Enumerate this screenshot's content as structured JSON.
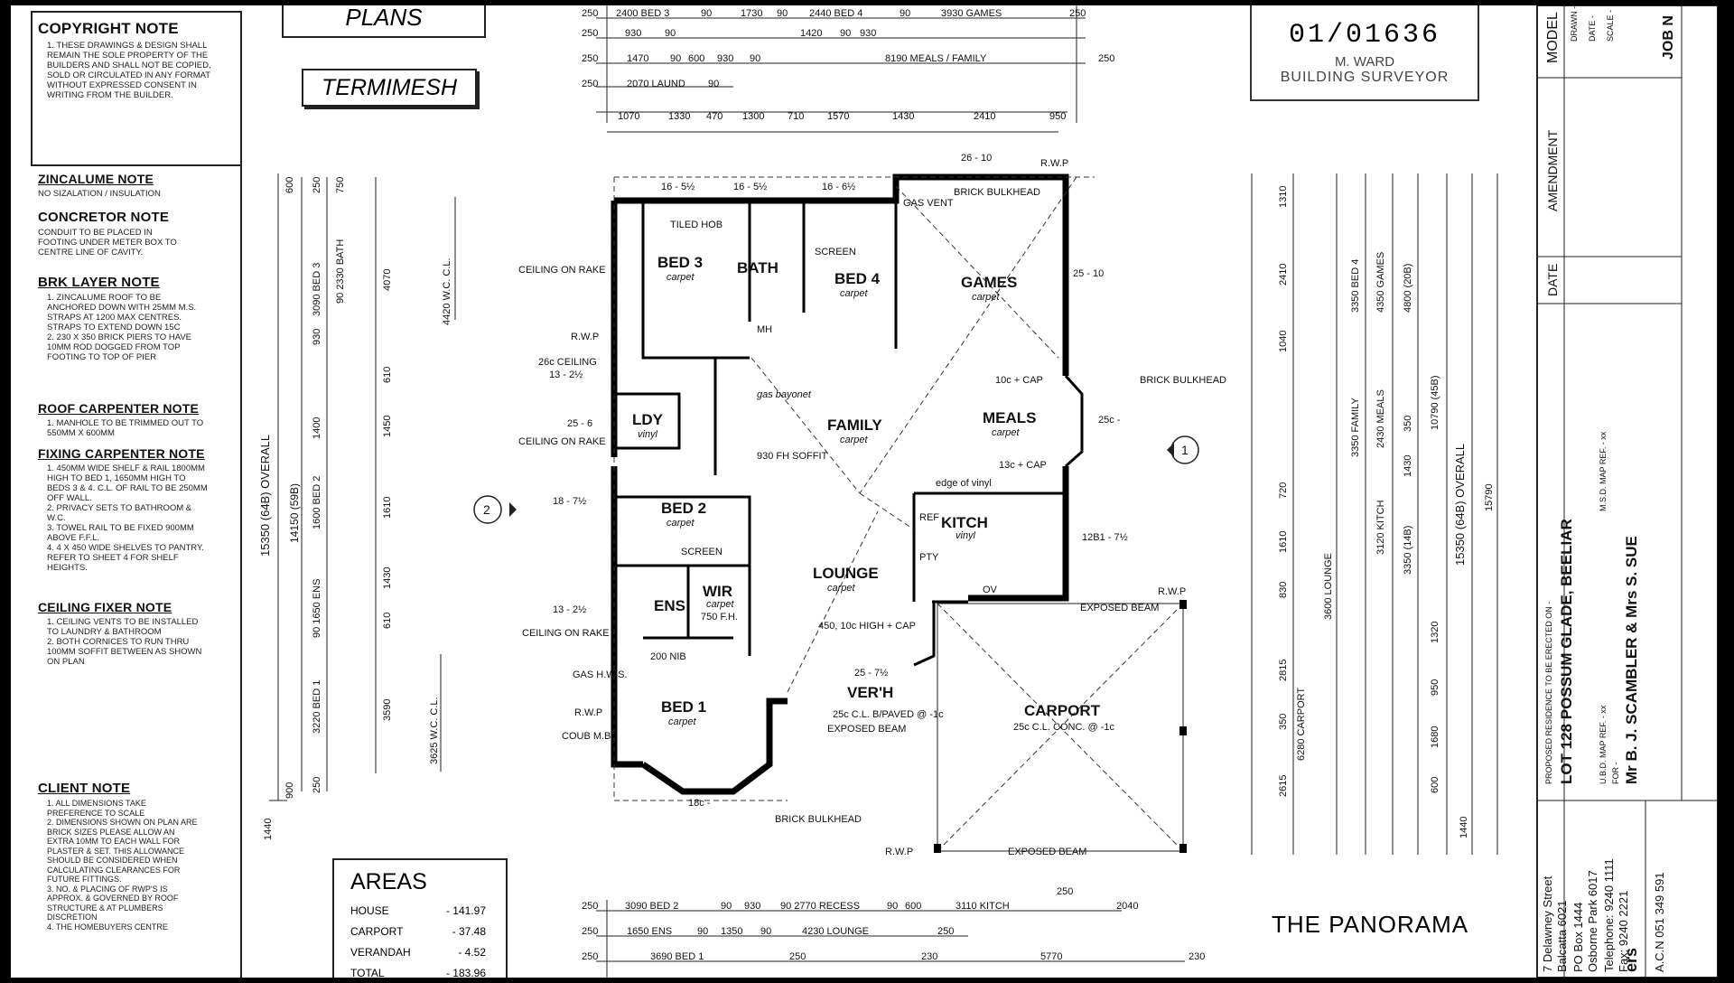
{
  "sheet": {
    "plans_label": "PLANS",
    "termimesh_label": "TERMIMESH",
    "stamp_number": "01/01636",
    "stamp_name": "M. WARD",
    "stamp_title": "BUILDING SURVEYOR",
    "plan_name": "THE PANORAMA"
  },
  "notes": [
    {
      "heading": "COPYRIGHT NOTE",
      "text": "1. THESE DRAWINGS & DESIGN SHALL REMAIN THE SOLE PROPERTY OF THE BUILDERS AND SHALL NOT BE COPIED, SOLD OR CIRCULATED IN ANY FORMAT WITHOUT EXPRESSED CONSENT IN WRITING FROM THE BUILDER."
    },
    {
      "heading": "ZINCALUME NOTE",
      "text": "NO SIZALATION / INSULATION"
    },
    {
      "heading": "CONCRETOR NOTE",
      "text": "CONDUIT TO BE PLACED IN FOOTING UNDER METER BOX TO CENTRE LINE OF CAVITY."
    },
    {
      "heading": "BRK LAYER NOTE",
      "text": "1. ZINCALUME ROOF TO BE ANCHORED DOWN WITH 25mm M.S. STRAPS AT 1200 MAX CENTRES. STRAPS TO EXTEND DOWN 15c\n2. 230 x 350 BRICK PIERS TO HAVE 10mm ROD DOGGED FROM TOP FOOTING TO TOP OF PIER"
    },
    {
      "heading": "ROOF CARPENTER NOTE",
      "text": "1. MANHOLE TO BE TRIMMED OUT TO 550mm x 600mm"
    },
    {
      "heading": "FIXING CARPENTER NOTE",
      "text": "1. 450mm WIDE SHELF & RAIL 1800mm HIGH TO BED 1, 1650mm HIGH TO BEDS 3 & 4. C.L. OF RAIL TO BE 250mm OFF WALL.\n2. PRIVACY SETS TO BATHROOM & W.C.\n3. TOWEL RAIL TO BE FIXED 900mm ABOVE F.F.L.\n4. 4 x 450 WIDE SHELVES TO PANTRY. REFER TO SHEET 4 FOR SHELF HEIGHTS."
    },
    {
      "heading": "CEILING FIXER NOTE",
      "text": "1. CEILING VENTS TO BE INSTALLED TO LAUNDRY & BATHROOM\n2. BOTH CORNICES TO RUN THRU 100mm SOFFIT BETWEEN AS SHOWN ON PLAN"
    },
    {
      "heading": "CLIENT NOTE",
      "text": "1. ALL DIMENSIONS TAKE PREFERENCE TO SCALE\n2. DIMENSIONS SHOWN ON PLAN ARE BRICK SIZES PLEASE ALLOW AN EXTRA 10mm TO EACH WALL FOR PLASTER & SET. THIS ALLOWANCE SHOULD BE CONSIDERED WHEN CALCULATING CLEARANCES FOR FUTURE FITTINGS.\n3. No. & PLACING OF RWP's IS APPROX. & GOVERNED BY ROOF STRUCTURE & AT PLUMBERS DISCRETION\n4. THE HOMEBUYERS CENTRE"
    }
  ],
  "areas": {
    "title": "AREAS",
    "rows": [
      {
        "label": "HOUSE",
        "value": "- 141.97"
      },
      {
        "label": "CARPORT",
        "value": "- 37.48"
      },
      {
        "label": "VERANDAH",
        "value": "- 4.52"
      },
      {
        "label": "TOTAL",
        "value": "- 183.96"
      }
    ]
  },
  "rooms": [
    {
      "name": "BED 3",
      "finish": "carpet"
    },
    {
      "name": "BATH",
      "finish": ""
    },
    {
      "name": "BED 4",
      "finish": "carpet"
    },
    {
      "name": "GAMES",
      "finish": "carpet"
    },
    {
      "name": "LDY",
      "finish": "vinyl"
    },
    {
      "name": "FAMILY",
      "finish": "carpet"
    },
    {
      "name": "MEALS",
      "finish": "carpet"
    },
    {
      "name": "BED 2",
      "finish": "carpet"
    },
    {
      "name": "KITCH",
      "finish": "vinyl"
    },
    {
      "name": "LOUNGE",
      "finish": "carpet"
    },
    {
      "name": "ENS",
      "finish": ""
    },
    {
      "name": "WIR",
      "finish": "carpet"
    },
    {
      "name": "BED 1",
      "finish": "carpet"
    },
    {
      "name": "VER'H",
      "finish": "25c C.L. B/PAVED @ -1c"
    },
    {
      "name": "CARPORT",
      "finish": "25c C.L. CONC. @ -1c"
    }
  ],
  "labels": {
    "tiled_hob": "TILED HOB",
    "screen": "SCREEN",
    "screen2": "SCREEN",
    "ceiling_on_rake": "CEILING ON RAKE",
    "rwp": "R.W.P",
    "brick_bulkhead": "BRICK BULKHEAD",
    "gas_vent": "GAS VENT",
    "gas_bayonet": "gas bayonet",
    "soffit": "930 FH SOFFIT",
    "cap_10c": "10c + CAP",
    "cap_13c": "13c + CAP",
    "exposed_beam": "EXPOSED BEAM",
    "gas_hws": "GAS H.W.S.",
    "coub_mb": "COUB M.B.",
    "high_cap": "450, 10c HIGH + CAP",
    "ref": "REF",
    "pty": "PTY",
    "ov": "OV",
    "mh": "MH",
    "ceiling_26c": "26c CEILING",
    "nib": "200 NIB",
    "edge_of_vinyl": "edge of vinyl",
    "fh": "750 F.H."
  },
  "dimensions": {
    "top_row1": [
      "250",
      "2400 BED 3",
      "90",
      "1730",
      "90",
      "2440 BED 4",
      "90",
      "3930 GAMES",
      "250"
    ],
    "top_row2": [
      "250",
      "930",
      "90",
      "1420",
      "90",
      "930",
      "8190 MEALS / FAMILY",
      "250"
    ],
    "top_row3": [
      "250",
      "1470",
      "90",
      "600",
      "930",
      "90"
    ],
    "top_row4": [
      "250",
      "2070 LAUND",
      "90"
    ],
    "top_row5": [
      "1070",
      "1330",
      "470",
      "1300",
      "710",
      "1570",
      "1430",
      "2410",
      "950"
    ],
    "top_brick": [
      "16 - 5½",
      "16 - 5½",
      "16 - 6½",
      "26 - 10"
    ],
    "bottom_row1": [
      "250",
      "3090 BED 2",
      "90",
      "930",
      "90 2770 RECESS",
      "90",
      "600",
      "3110 KITCH",
      "250",
      "2040"
    ],
    "bottom_row2": [
      "250",
      "1650 ENS",
      "90",
      "1350",
      "90",
      "4230 LOUNGE",
      "250"
    ],
    "bottom_row3": [
      "250",
      "3690 BED 1",
      "250",
      "230",
      "5770",
      "230"
    ],
    "left_overall": "15350 (64B) OVERALL",
    "left_second": "14150 (59B)",
    "left_wc": "4420 W.C. C.L.",
    "left_wc2": "3625 W.C. C.L.",
    "left_mid": [
      "4070",
      "1450",
      "1610",
      "1430",
      "3590",
      "610",
      "610"
    ],
    "left_rooms": [
      "3090 BED 3",
      "90 2330 BATH",
      "930",
      "1400",
      "1600 BED 2",
      "90 1650 ENS",
      "3220 BED 1"
    ],
    "left_small": [
      "600",
      "250",
      "750",
      "1440",
      "900",
      "250"
    ],
    "right_overall": "15350 (64B) OVERALL",
    "right_second": "15790",
    "right_rooms": [
      "3350 BED 4",
      "4350 GAMES",
      "4800 (20B)",
      "3350 FAMILY",
      "2430 MEALS",
      "10790 (45B)",
      "3120 KITCH",
      "3350 (14B)",
      "3600 LOUNGE",
      "6280 CARPORT"
    ],
    "right_small": [
      "1310",
      "2410",
      "1040",
      "720",
      "1610",
      "830",
      "2815",
      "350",
      "2615",
      "350",
      "1430",
      "1320",
      "950",
      "1680",
      "600",
      "1440"
    ],
    "brick_courses": [
      "25 - 10",
      "25 - 6",
      "18 - 7½",
      "13 - 2½",
      "13 - 2½",
      "12B1 - 7½",
      "25 - 7½",
      "18c -",
      "25c -"
    ]
  },
  "title_block": {
    "model": "MODEL",
    "drawn": "DRAWN -",
    "date": "DATE -",
    "scale": "SCALE -",
    "job_no": "JOB N",
    "amendment": "AMENDMENT",
    "date_col": "DATE",
    "proposed": "PROPOSED RESIDENCE TO BE ERECTED ON -",
    "lot": "LOT 128 POSSUM GLADE, BEELIAR",
    "ubd": "U.B.D. MAP REF. - xx",
    "msd": "M.S.D. MAP REF. - xx",
    "for_label": "FOR -",
    "client": "Mr B. J. SCAMBLER & Mrs S. SUE",
    "address": [
      "7 Delawney Street",
      "Balcatta 6021",
      "PO Box 1444",
      "Osborne Park 6017",
      "Telephone: 9240 1111",
      "Fax: 9240 2221"
    ],
    "acn": "A.C.N 051 349 591",
    "builders": "ers"
  },
  "markers": {
    "marker1": "1",
    "marker2": "2"
  }
}
